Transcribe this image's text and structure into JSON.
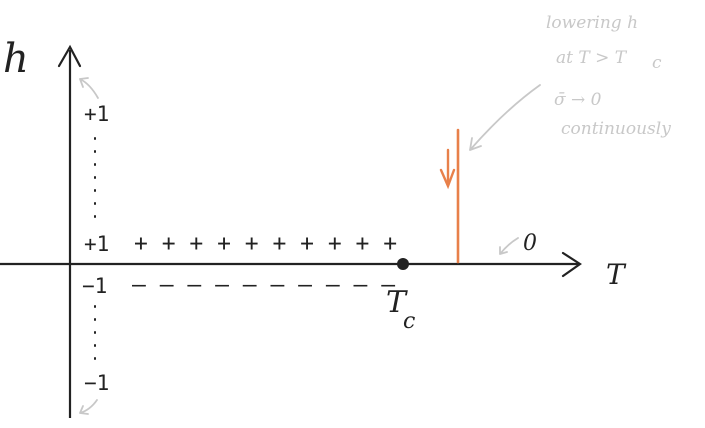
{
  "axes": {
    "y_label": "h",
    "x_label": "T",
    "critical_label_main": "T",
    "critical_label_sub": "c"
  },
  "markers": {
    "top_plus": "+1",
    "upper_plus": "+1",
    "lower_minus": "−1",
    "bottom_minus": "−1",
    "plus_row": "+ + + + + + + + + +",
    "minus_row": "– – – – – – – – – –",
    "zero_label": "0"
  },
  "annotation": {
    "line1": "lowering h",
    "line2": "at T > T",
    "line2_sub": "c",
    "line3": "σ̄ → 0",
    "line4": "continuously"
  },
  "colors": {
    "ink": "#222222",
    "orange": "#e8804a",
    "gray": "#c8c8c8"
  }
}
